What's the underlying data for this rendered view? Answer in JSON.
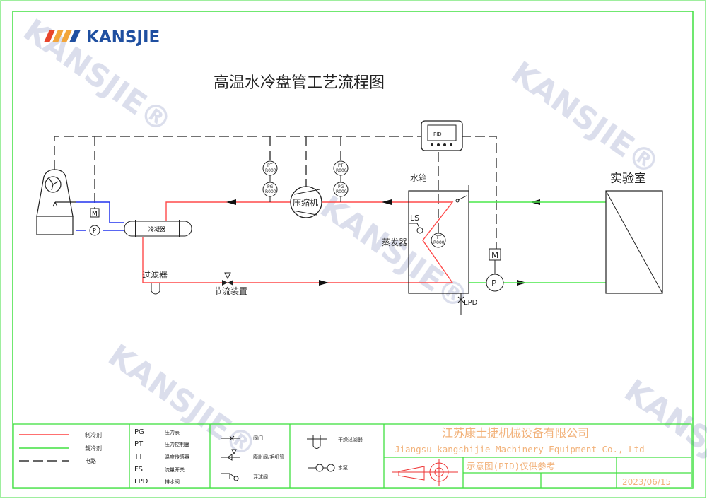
{
  "logo": {
    "brand": "KANSJIE",
    "watermark": "KANSJIE®"
  },
  "title": "高温水冷盘管工艺流程图",
  "components": {
    "compressor": "压缩机",
    "condenser": "冷凝器",
    "filter": "过滤器",
    "throttle": "节流装置",
    "water_tank": "水箱",
    "evaporator": "蒸发器",
    "lab": "实验室",
    "pid": "PID",
    "ls": "LS",
    "lpd": "LPD",
    "pump": "P",
    "motor": "M",
    "gauges": [
      {
        "top": "PT",
        "bottom": "R000"
      },
      {
        "top": "PG",
        "bottom": "R000"
      },
      {
        "top": "PT",
        "bottom": "R000"
      },
      {
        "top": "PG",
        "bottom": "R000"
      },
      {
        "top": "TT",
        "bottom": "R000"
      }
    ]
  },
  "legend": {
    "lines": [
      {
        "label": "制冷剂",
        "color": "#ff4040"
      },
      {
        "label": "载冷剂",
        "color": "#40e040"
      },
      {
        "label": "电路",
        "color": "#333333"
      }
    ],
    "abbrev": [
      {
        "code": "PG",
        "meaning": "压力表"
      },
      {
        "code": "PT",
        "meaning": "压力控制器"
      },
      {
        "code": "TT",
        "meaning": "温度传感器"
      },
      {
        "code": "FS",
        "meaning": "流量开关"
      },
      {
        "code": "LPD",
        "meaning": "排水阀"
      }
    ],
    "symbols1": [
      "阀门",
      "膨胀阀/毛细管",
      "浮球阀"
    ],
    "symbols2": [
      "干燥过滤器",
      "水泵"
    ]
  },
  "title_block": {
    "company_cn": "江苏康士捷机械设备有限公司",
    "company_en": "Jiangsu kangshijie Machinery Equipment Co., Ltd",
    "note": "示意图(PID)仅供参考",
    "date": "2023/06/15"
  }
}
